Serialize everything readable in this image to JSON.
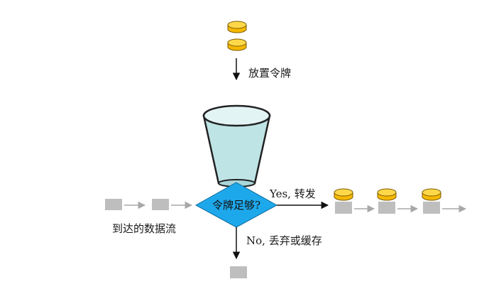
{
  "diagram": {
    "put_token_label": "放置令牌",
    "decision_label": "令牌足够?",
    "arrive_label": "到达的数据流",
    "yes_label": "Yes, 转发",
    "no_label": "No, 丢弃或缓存"
  },
  "colors": {
    "token_fill": "#F5B800",
    "token_stroke": "#7A5A00",
    "bucket_fill": "#BFE4E6",
    "bucket_stroke": "#222222",
    "decision_fill": "#1EA8EC",
    "packet_fill": "#BEBEBE",
    "flow_arrow": "#A8A8A8",
    "main_arrow": "#111111"
  },
  "icons": [
    "token-icon",
    "bucket-icon",
    "packet-icon",
    "arrow-icon"
  ]
}
